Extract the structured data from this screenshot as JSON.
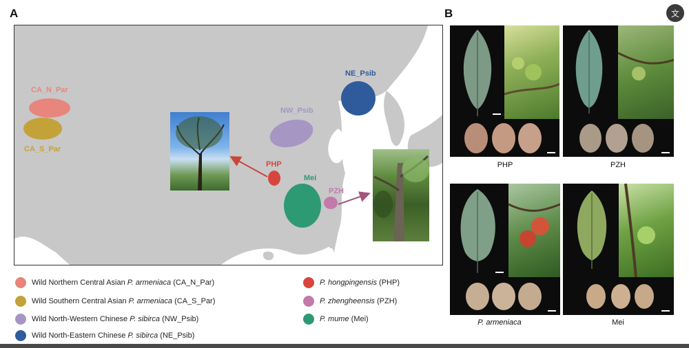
{
  "panel_a_letter": "A",
  "panel_b_letter": "B",
  "map": {
    "labels": {
      "ca_n": "CA_N_Par",
      "ca_s": "CA_S_Par",
      "nw": "NW_Psib",
      "ne": "NE_Psib",
      "php": "PHP",
      "mei": "Mei",
      "pzh": "PZH"
    }
  },
  "colors": {
    "ca_n": "#e8857d",
    "ca_s": "#c4a23a",
    "nw": "#a596c4",
    "ne": "#2f5b9c",
    "php": "#d7463e",
    "pzh": "#c17aaa",
    "mei": "#2e9a74",
    "arrow_php": "#c8453a",
    "arrow_pzh": "#a4547f"
  },
  "legend_left": [
    {
      "pre": "Wild Northern Central Asian ",
      "italic": "P. armeniaca",
      "post": " (CA_N_Par)"
    },
    {
      "pre": "Wild Southern Central Asian ",
      "italic": "P. armeniaca",
      "post": " (CA_S_Par)"
    },
    {
      "pre": "Wild North-Western Chinese ",
      "italic": "P. sibirca",
      "post": " (NW_Psib)"
    },
    {
      "pre": "Wild North-Eastern Chinese ",
      "italic": "P. sibirca",
      "post": " (NE_Psib)"
    }
  ],
  "legend_right": [
    {
      "pre": "",
      "italic": "P. hongpingensis",
      "post": " (PHP)"
    },
    {
      "pre": "",
      "italic": "P. zhengheensis",
      "post": " (PZH)"
    },
    {
      "pre": "",
      "italic": "P. mume",
      "post": " (Mei)"
    }
  ],
  "panel_b": {
    "captions": {
      "php": "PHP",
      "pzh": "PZH",
      "armeniaca": "P. armeniaca",
      "mei": "Mei"
    }
  },
  "translate_icon_text": "文"
}
